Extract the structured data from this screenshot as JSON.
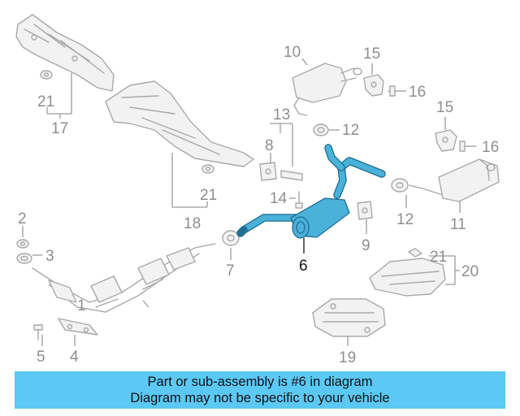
{
  "diagram": {
    "highlighted_part": "6",
    "callouts": {
      "c1": "1",
      "c2": "2",
      "c3": "3",
      "c4": "4",
      "c5": "5",
      "c6": "6",
      "c7": "7",
      "c8": "8",
      "c9": "9",
      "c10": "10",
      "c11": "11",
      "c12a": "12",
      "c12b": "12",
      "c13": "13",
      "c14": "14",
      "c15a": "15",
      "c15b": "15",
      "c16a": "16",
      "c16b": "16",
      "c17": "17",
      "c18": "18",
      "c19": "19",
      "c20": "20",
      "c21a": "21",
      "c21b": "21",
      "c21c": "21"
    },
    "colors": {
      "highlight": "#4ab1d9",
      "banner": "#5bc8f5",
      "line_art": "#a9a9a9"
    }
  },
  "banner": {
    "line1": "Part or sub-assembly is #6 in diagram",
    "line2": "Diagram may not be specific to your vehicle"
  }
}
